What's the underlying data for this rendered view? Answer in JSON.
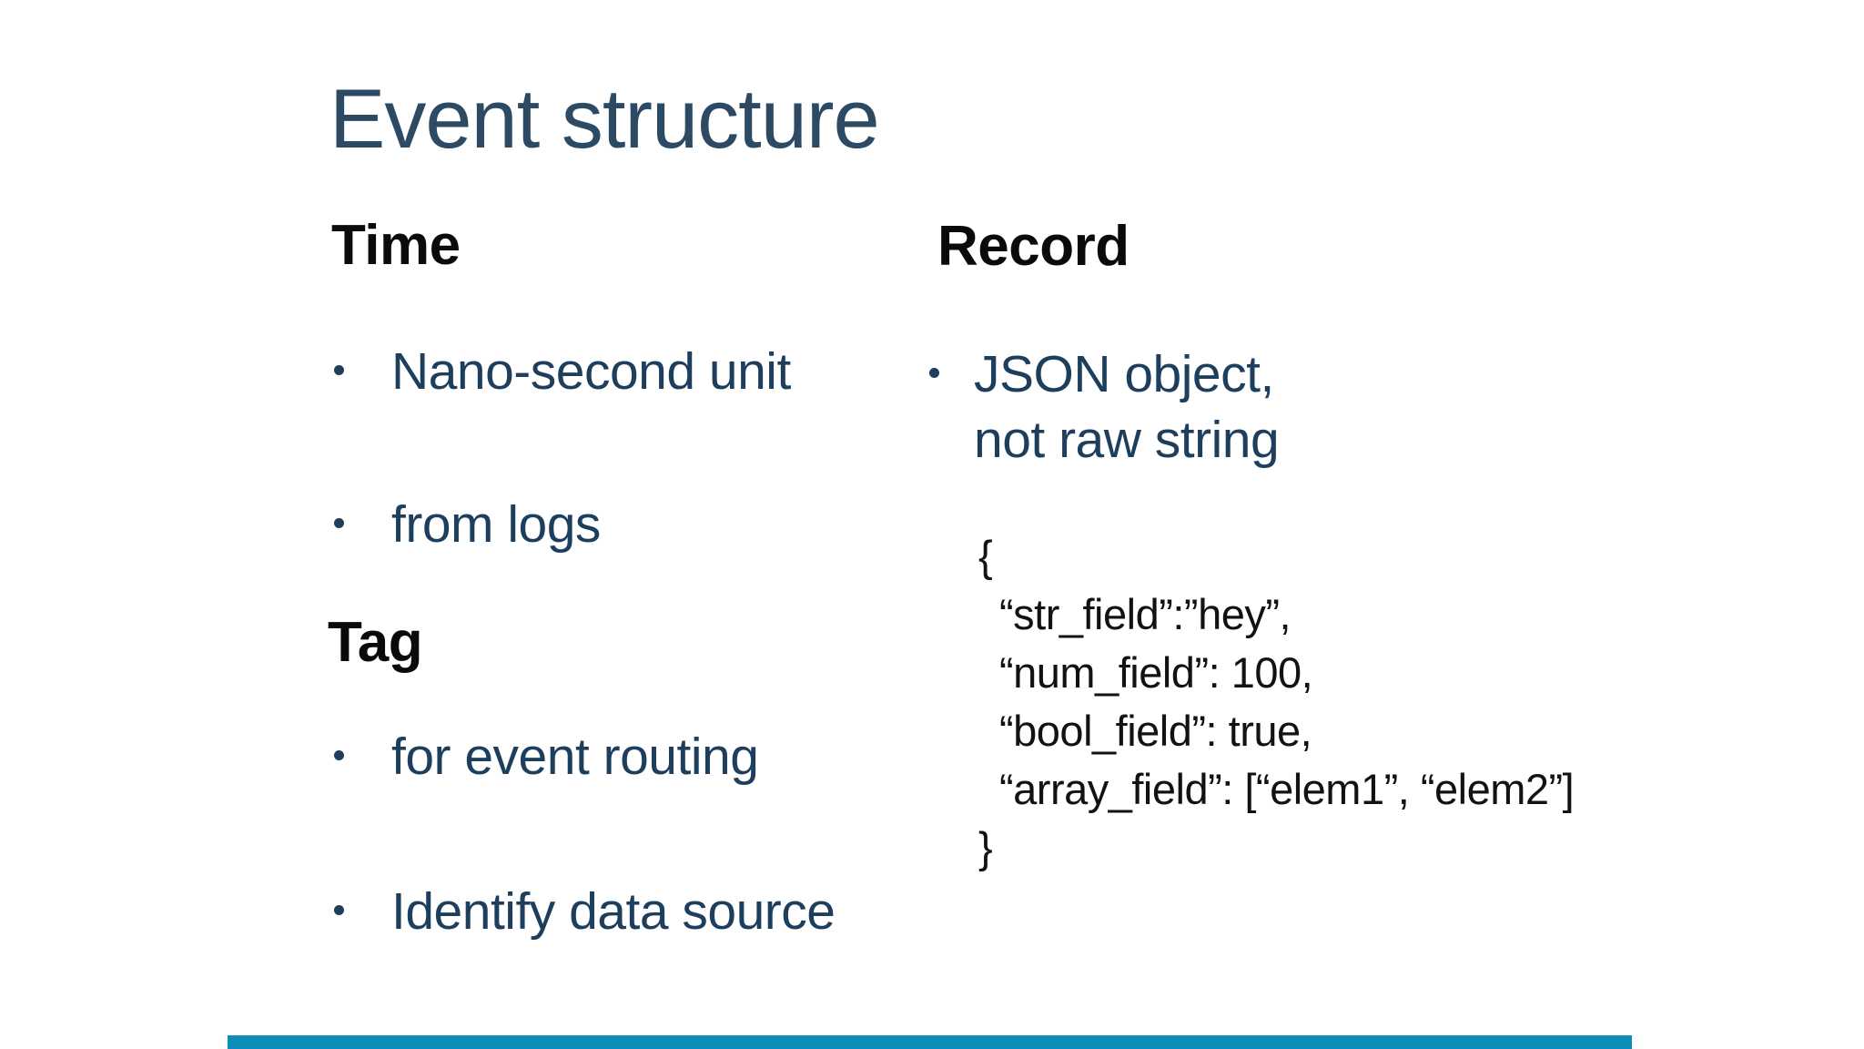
{
  "slide": {
    "title": "Event structure",
    "colors": {
      "title_text": "#2c4a63",
      "heading_text": "#0a0a0a",
      "bullet_text": "#1e3e5d",
      "code_text": "#121212",
      "accent_bar": "#0e8db8",
      "background": "#ffffff"
    },
    "left_column": {
      "time": {
        "heading": "Time",
        "bullets": [
          "Nano-second unit",
          "from logs"
        ]
      },
      "tag": {
        "heading": "Tag",
        "bullets": [
          "for event routing",
          "Identify data source"
        ]
      }
    },
    "right_column": {
      "record": {
        "heading": "Record",
        "bullets": [
          "JSON object,\nnot raw string"
        ]
      },
      "code_lines": [
        "{",
        "“str_field”:”hey”,",
        "“num_field”: 100,",
        "“bool_field”: true,",
        "“array_field”: [“elem1”, “elem2”]",
        "}"
      ]
    }
  }
}
